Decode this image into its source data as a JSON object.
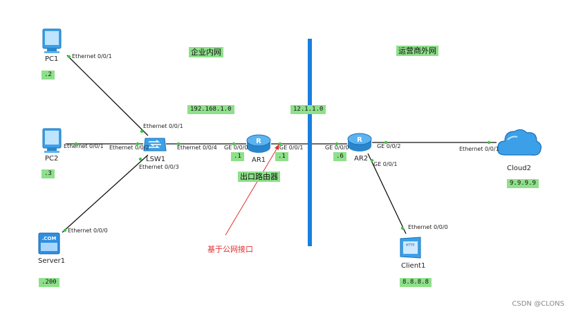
{
  "zones": {
    "internal": "企业内网",
    "external": "运营商外网"
  },
  "networks": {
    "lan": "192.168.1.0",
    "wan": "12.1.1.0"
  },
  "devices": {
    "pc1": "PC1",
    "pc2": "PC2",
    "server1": "Server1",
    "lsw1": "LSW1",
    "ar1": "AR1",
    "ar2": "AR2",
    "client1": "Client1",
    "cloud2": "Cloud2"
  },
  "addresses": {
    "pc1": ".2",
    "pc2": ".3",
    "server1": ".200",
    "ar1_g00": ".1",
    "ar1_g01": ".1",
    "ar2_g00": ".6",
    "client1": "8.8.8.8",
    "cloud2": "9.9.9.9"
  },
  "ports": {
    "pc1_e001": "Ethernet 0/0/1",
    "pc2_e001": "Ethernet 0/0/1",
    "server1_e000": "Ethernet 0/0/0",
    "lsw1_e001": "Ethernet 0/0/1",
    "lsw1_e002": "Ethernet 0/0/2",
    "lsw1_e003": "Ethernet 0/0/3",
    "lsw1_e004": "Ethernet 0/0/4",
    "ar1_g000": "GE 0/0/0",
    "ar1_g001": "GE 0/0/1",
    "ar2_g000": "GE 0/0/0",
    "ar2_g002": "GE 0/0/2",
    "ar2_g001": "GE 0/0/1",
    "client1_e000": "Ethernet 0/0/0",
    "cloud2_e001": "Ethernet 0/0/1"
  },
  "annotations": {
    "egress_router": "出口路由器",
    "public_interface_note": "基于公网接口"
  },
  "watermark": "CSDN @CLONS",
  "colors": {
    "tag_bg": "#8ee08a",
    "divider": "#1a7fe0",
    "arrow": "#e03030",
    "link": "#111111",
    "port_dot": "#3cc63c"
  }
}
